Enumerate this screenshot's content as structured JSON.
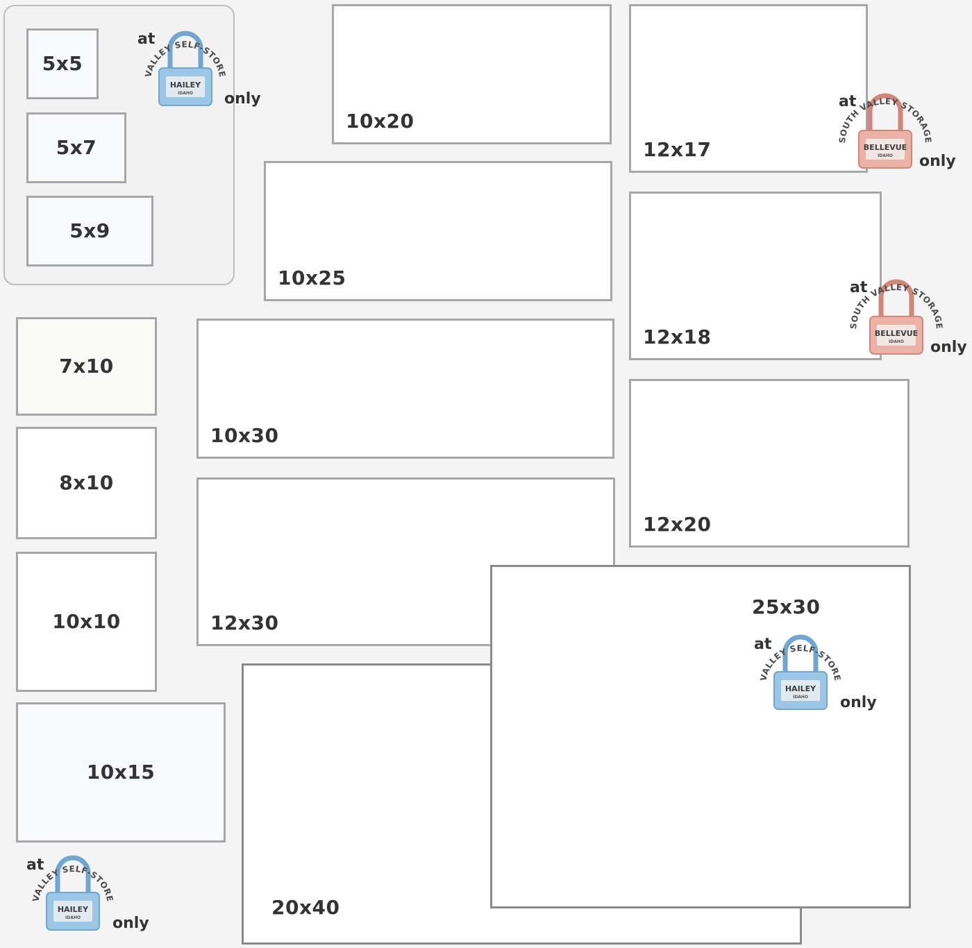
{
  "units": [
    {
      "id": "5x5",
      "label": "5x5"
    },
    {
      "id": "5x7",
      "label": "5x7"
    },
    {
      "id": "5x9",
      "label": "5x9"
    },
    {
      "id": "7x10",
      "label": "7x10"
    },
    {
      "id": "8x10",
      "label": "8x10"
    },
    {
      "id": "10x10",
      "label": "10x10"
    },
    {
      "id": "10x15",
      "label": "10x15"
    },
    {
      "id": "10x20",
      "label": "10x20"
    },
    {
      "id": "10x25",
      "label": "10x25"
    },
    {
      "id": "10x30",
      "label": "10x30"
    },
    {
      "id": "12x30",
      "label": "12x30"
    },
    {
      "id": "20x40",
      "label": "20x40"
    },
    {
      "id": "12x17",
      "label": "12x17"
    },
    {
      "id": "12x18",
      "label": "12x18"
    },
    {
      "id": "12x20",
      "label": "12x20"
    },
    {
      "id": "25x30",
      "label": "25x30"
    }
  ],
  "badges": {
    "at": "at",
    "only": "only",
    "valley": {
      "arc": "VALLEY SELF-STORE",
      "city": "HAILEY",
      "state": "IDAHO",
      "color": "#9cc6e6",
      "stroke": "#6fa6d2"
    },
    "south": {
      "arc": "SOUTH VALLEY STORAGE",
      "city": "BELLEVUE",
      "state": "IDAHO",
      "color": "#eab3a6",
      "stroke": "#d4857a"
    }
  }
}
